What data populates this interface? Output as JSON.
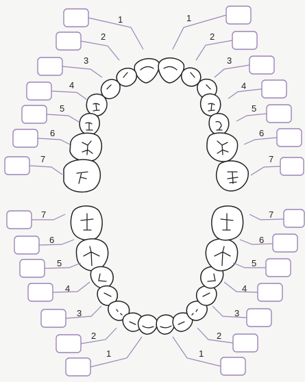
{
  "diagram": {
    "numbers": {
      "upper": {
        "right": [
          "1",
          "2",
          "3",
          "4",
          "5",
          "6",
          "7"
        ],
        "left": [
          "1",
          "2",
          "3",
          "4",
          "5",
          "6",
          "7"
        ]
      },
      "lower": {
        "right": [
          "1",
          "2",
          "3",
          "4",
          "5",
          "6",
          "7"
        ],
        "left": [
          "1",
          "2",
          "3",
          "4",
          "5",
          "6",
          "7"
        ]
      }
    },
    "answer_boxes_count_per_side": 7,
    "colors": {
      "box_border": "#9c84b8",
      "leader_line": "#9c84b8",
      "tooth_outline": "#222222",
      "background": "#f6f6f4"
    }
  }
}
